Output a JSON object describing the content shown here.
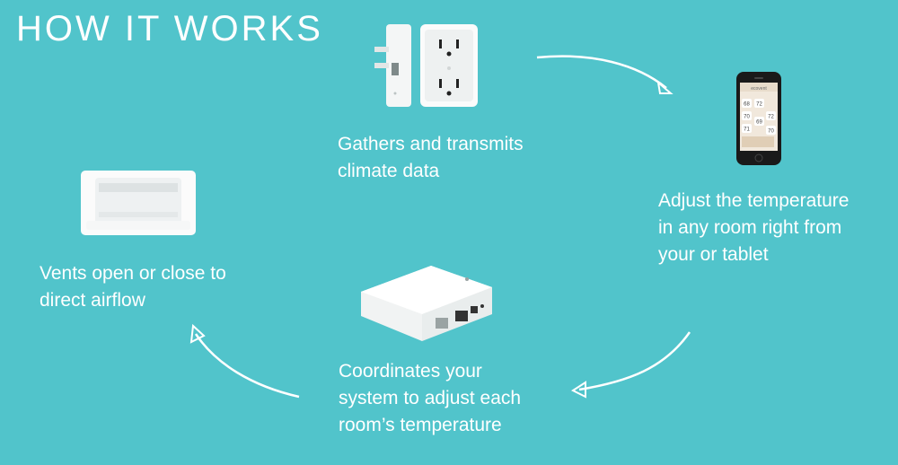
{
  "title": "HOW IT WORKS",
  "steps": {
    "sensor": {
      "caption_line1": "Gathers and transmits",
      "caption_line2": "climate data",
      "icon": "smart-sensor-outlet"
    },
    "app": {
      "caption_line1": "Adjust the temperature",
      "caption_line2": "in any room right from",
      "caption_line3": "your or tablet",
      "icon": "smartphone-app",
      "screen_brand": "ecovent",
      "screen_temps": [
        "68",
        "72",
        "70",
        "71",
        "69",
        "72",
        "70"
      ]
    },
    "hub": {
      "caption_line1": "Coordinates your",
      "caption_line2": "system to adjust each",
      "caption_line3": "room’s temperature",
      "icon": "hub-device"
    },
    "vent": {
      "caption_line1": "Vents open or close to",
      "caption_line2": "direct airflow",
      "icon": "smart-vent"
    }
  },
  "colors": {
    "background": "#51c4cb",
    "foreground": "#ffffff"
  }
}
